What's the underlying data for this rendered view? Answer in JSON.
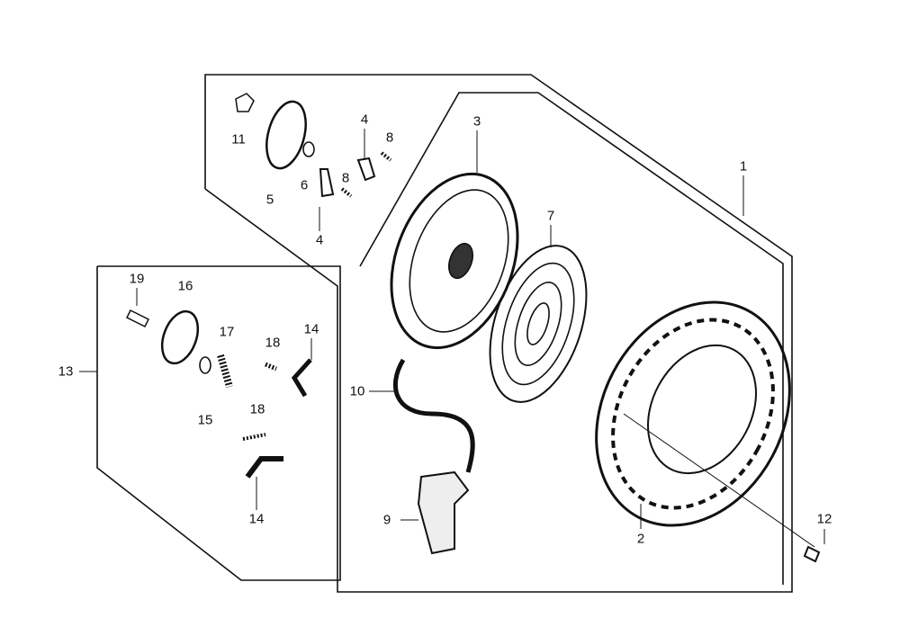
{
  "diagram": {
    "type": "exploded-parts-diagram",
    "callouts": [
      {
        "id": "c11",
        "text": "11"
      },
      {
        "id": "c5",
        "text": "5"
      },
      {
        "id": "c6",
        "text": "6"
      },
      {
        "id": "c4a",
        "text": "4"
      },
      {
        "id": "c8a",
        "text": "8"
      },
      {
        "id": "c8b",
        "text": "8"
      },
      {
        "id": "c4b",
        "text": "4"
      },
      {
        "id": "c3",
        "text": "3"
      },
      {
        "id": "c7",
        "text": "7"
      },
      {
        "id": "c1",
        "text": "1"
      },
      {
        "id": "c19",
        "text": "19"
      },
      {
        "id": "c16",
        "text": "16"
      },
      {
        "id": "c17",
        "text": "17"
      },
      {
        "id": "c18a",
        "text": "18"
      },
      {
        "id": "c14a",
        "text": "14"
      },
      {
        "id": "c13",
        "text": "13"
      },
      {
        "id": "c15",
        "text": "15"
      },
      {
        "id": "c18b",
        "text": "18"
      },
      {
        "id": "c14b",
        "text": "14"
      },
      {
        "id": "c10",
        "text": "10"
      },
      {
        "id": "c9",
        "text": "9"
      },
      {
        "id": "c2",
        "text": "2"
      },
      {
        "id": "c12",
        "text": "12"
      }
    ]
  }
}
